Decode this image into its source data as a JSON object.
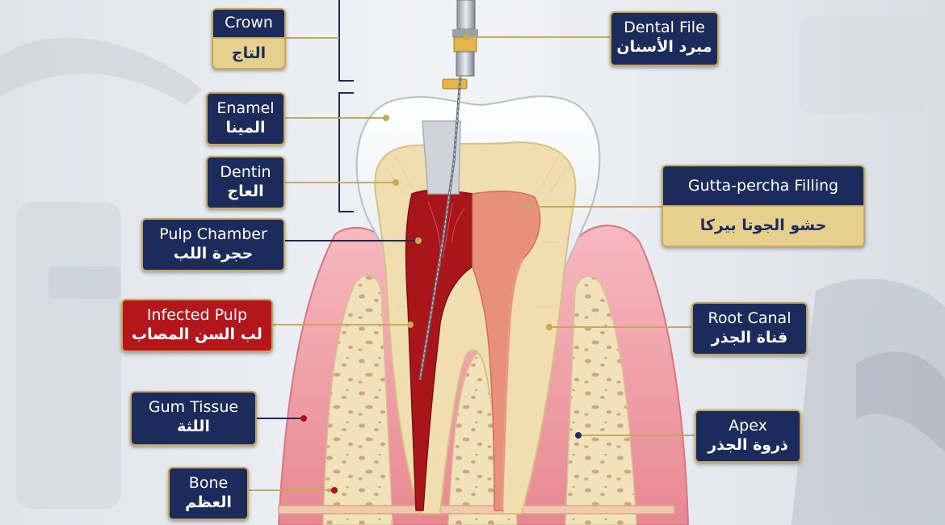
{
  "labels": {
    "crown": {
      "en": "Crown",
      "ar": "التاج"
    },
    "enamel": {
      "en": "Enamel",
      "ar": "المينا"
    },
    "dentin": {
      "en": "Dentin",
      "ar": "العاج"
    },
    "pulp_chamber": {
      "en": "Pulp Chamber",
      "ar": "حجرة اللب"
    },
    "infected_pulp": {
      "en": "Infected Pulp",
      "ar": "لب السن المصاب"
    },
    "gum_tissue": {
      "en": "Gum Tissue",
      "ar": "اللثة"
    },
    "bone": {
      "en": "Bone",
      "ar": "العظم"
    },
    "dental_file": {
      "en": "Dental File",
      "ar": "مبرد الأسنان"
    },
    "gutta_percha": {
      "en": "Gutta-percha Filling",
      "ar": "حشو الجوتا بيركا"
    },
    "root_canal": {
      "en": "Root Canal",
      "ar": "قناة الجذر"
    },
    "apex": {
      "en": "Apex",
      "ar": "ذروة الجذر"
    }
  },
  "colors": {
    "navy": "#1b2b5c",
    "gold": "#c9a85b",
    "infected_red": "#b3171b",
    "gutta_percha": "#e8907a",
    "dentin": "#f0ddb0",
    "gum": "#ee9aa2",
    "bone": "#f2e2bc"
  }
}
